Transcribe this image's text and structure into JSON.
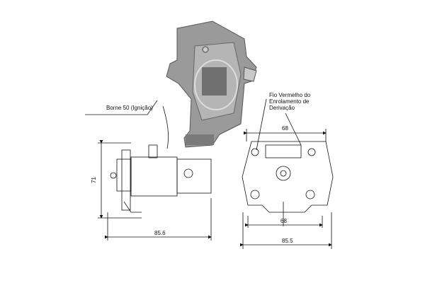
{
  "labels": {
    "terminal": "Borne 50 (Ignição)",
    "wire_line1": "Fio Vermelho do",
    "wire_line2": "Enrolamento de",
    "wire_line3": "Derivação"
  },
  "dimensions": {
    "side_height": "71",
    "side_length": "85.6",
    "front_top_width": "68",
    "front_bottom_width": "68",
    "front_total_width": "85.5"
  },
  "colors": {
    "line": "#111111",
    "photo": "#8a8a8a"
  }
}
